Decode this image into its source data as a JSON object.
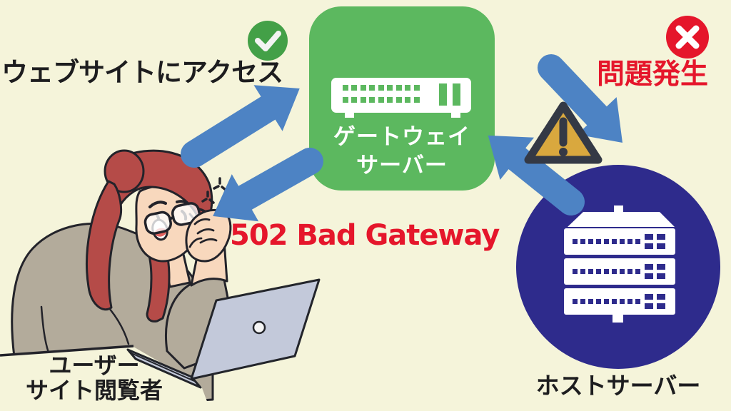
{
  "diagram": {
    "labels": {
      "website_access": "ウェブサイトにアクセス",
      "problem_occurred": "問題発生",
      "error_message": "502 Bad Gateway",
      "gateway_server": {
        "line1": "ゲートウェイ",
        "line2": "サーバー"
      },
      "host_server": "ホストサーバー",
      "user": {
        "line1": "ユーザー",
        "line2": "サイト閲覧者"
      }
    },
    "icons": {
      "success": "check-circle-icon",
      "failure": "x-circle-icon",
      "warning": "warning-triangle-icon",
      "gateway": "network-switch-icon",
      "host": "server-stack-icon",
      "user": "person-at-laptop-illustration"
    },
    "colors": {
      "background": "#f5f4da",
      "gateway_box_green": "#5cb85f",
      "check_green": "#43a047",
      "error_red": "#e5162b",
      "arrow_blue": "#4d83c4",
      "host_circle_indigo": "#2e2b8c",
      "warning_amber": "#d9a83e",
      "text_black": "#1d1d1f",
      "laptop_gray": "#c3c9da",
      "hair_red": "#b54b48",
      "sweater_taupe": "#b3ab9b",
      "skin": "#f8d8bd"
    }
  }
}
